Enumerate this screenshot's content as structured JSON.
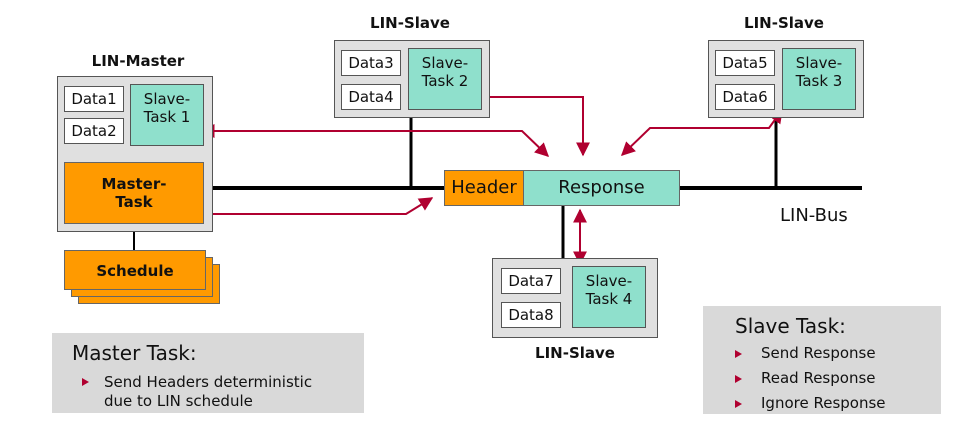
{
  "master": {
    "title": "LIN-Master",
    "data": [
      "Data1",
      "Data2"
    ],
    "slave_task": "Slave-\nTask 1",
    "master_task": "Master-\nTask",
    "schedule": "Schedule"
  },
  "slaves": [
    {
      "title": "LIN-Slave",
      "data": [
        "Data3",
        "Data4"
      ],
      "task": "Slave-\nTask 2"
    },
    {
      "title": "LIN-Slave",
      "data": [
        "Data5",
        "Data6"
      ],
      "task": "Slave-\nTask 3"
    },
    {
      "title": "LIN-Slave",
      "data": [
        "Data7",
        "Data8"
      ],
      "task": "Slave-\nTask 4"
    }
  ],
  "frame": {
    "header": "Header",
    "response": "Response"
  },
  "bus_label": "LIN-Bus",
  "master_info": {
    "title": "Master Task:",
    "bullets": [
      "Send Headers deterministic\ndue to LIN schedule"
    ]
  },
  "slave_info": {
    "title": "Slave Task:",
    "bullets": [
      "Send Response",
      "Read Response",
      "Ignore Response"
    ]
  },
  "colors": {
    "ecu_bg": "#e0e0e0",
    "slave_task": "#8fe0cc",
    "orange": "#ff9a00",
    "arrow": "#b00030",
    "info_bg": "#d9d9d9"
  }
}
